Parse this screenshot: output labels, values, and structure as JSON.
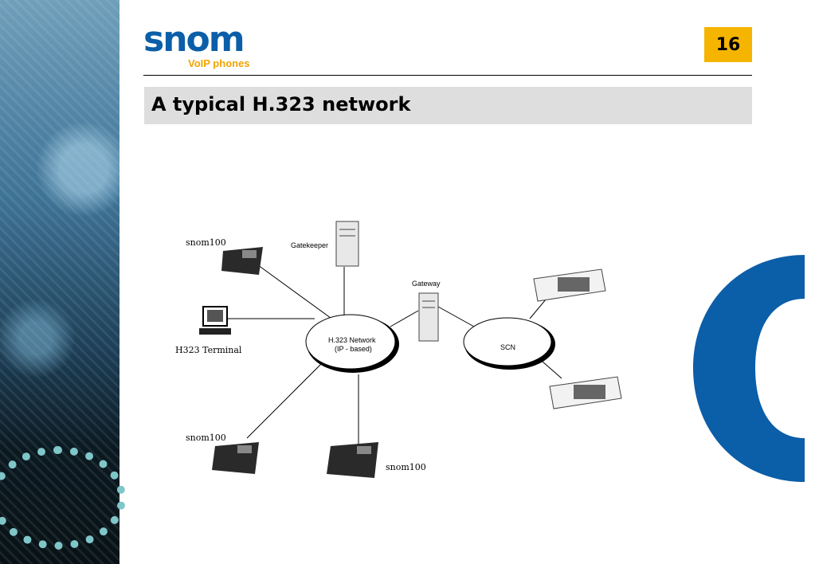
{
  "page": {
    "number": "16",
    "title": "A typical H.323 network"
  },
  "logo": {
    "word": "snom",
    "sub": "VoIP phones"
  },
  "colors": {
    "brand_blue": "#0b5ea8",
    "accent_yellow": "#f5b400",
    "title_bar": "#dedede"
  },
  "diagram": {
    "snom_top": "snom100",
    "snom_bottom_left": "snom100",
    "snom_bottom_center": "snom100",
    "terminal": "H323 Terminal",
    "gatekeeper": "Gatekeeper",
    "gateway": "Gateway",
    "h323_cloud_line1": "H.323 Network",
    "h323_cloud_line2": "(IP - based)",
    "scn": "SCN"
  }
}
